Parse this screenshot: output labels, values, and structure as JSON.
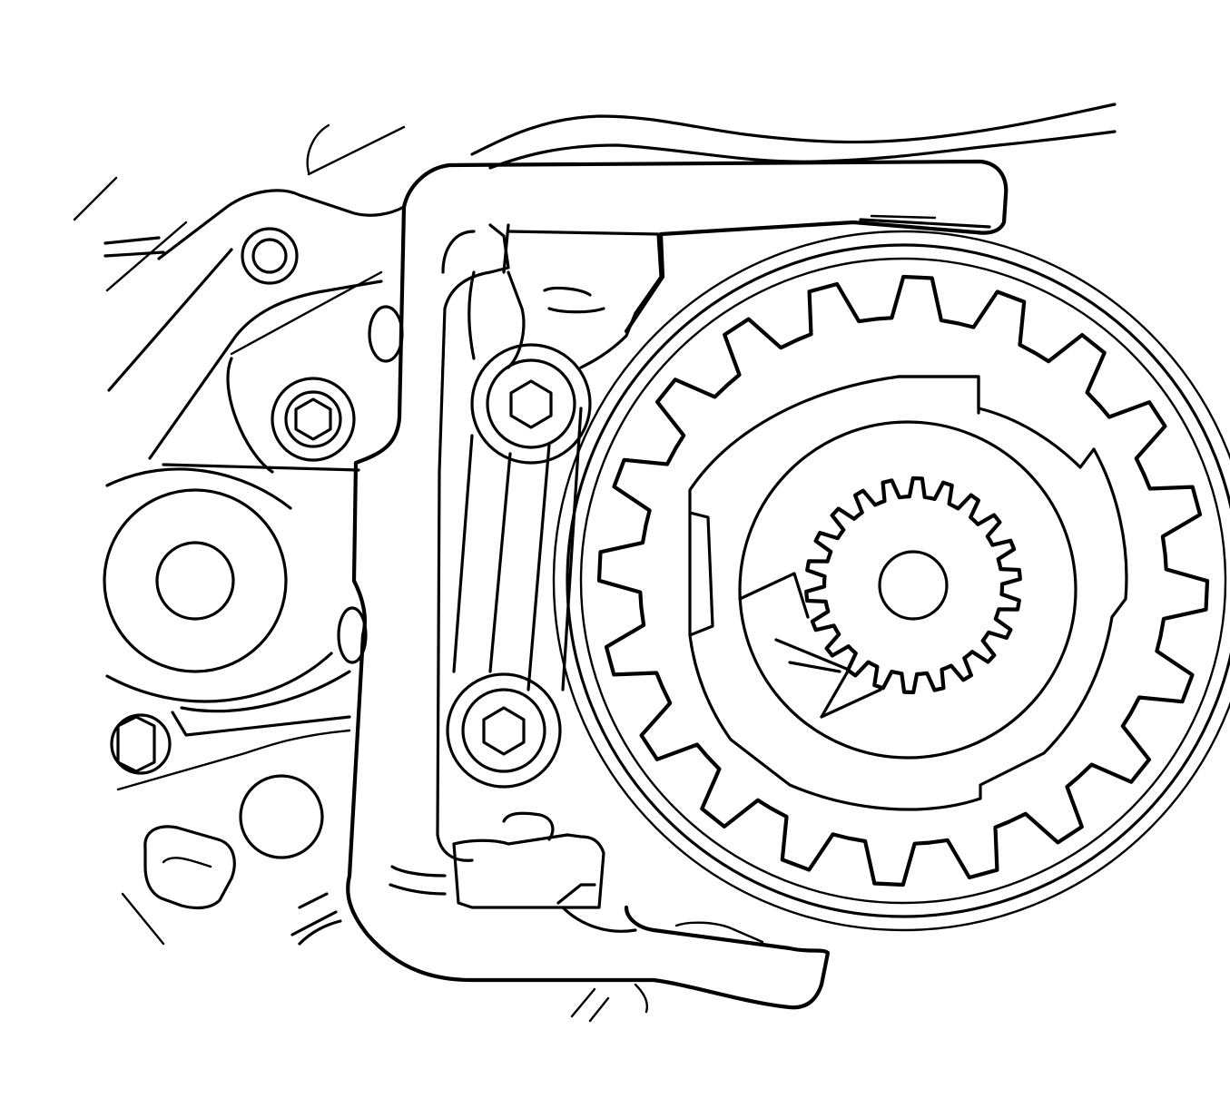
{
  "figure": {
    "kind": "technical line drawing",
    "stroke_color": "#000000",
    "background_color": "#ffffff",
    "parts": [
      "engine-housing",
      "holding-tool-bracket",
      "tool-plate",
      "tool-bolt-upper",
      "tool-bolt-lower",
      "timing-belt",
      "camshaft-sprocket",
      "inner-hub",
      "small-splined-gear",
      "center-bore",
      "housing-bolts",
      "idler-pulley"
    ],
    "gear_teeth": {
      "large_sprocket": 20,
      "small_gear": 22
    }
  }
}
